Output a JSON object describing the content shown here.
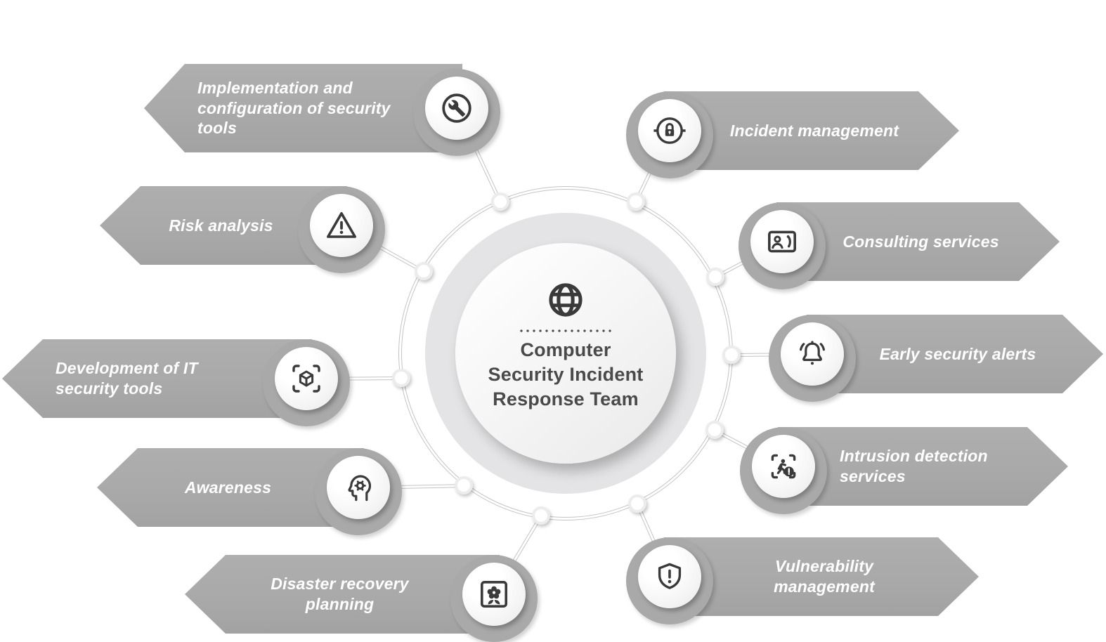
{
  "title": {
    "lines": [
      "Computer",
      "Security Incident",
      "Response Team"
    ],
    "icon": "globe-icon"
  },
  "items": [
    {
      "id": "implementation",
      "label": "Implementation and configuration of security tools",
      "icon": "wrench-circle-icon",
      "side": "left"
    },
    {
      "id": "risk-analysis",
      "label": "Risk analysis",
      "icon": "warning-triangle-icon",
      "side": "left"
    },
    {
      "id": "development",
      "label": "Development of IT security tools",
      "icon": "cube-scan-icon",
      "side": "left"
    },
    {
      "id": "awareness",
      "label": "Awareness",
      "icon": "head-gear-icon",
      "side": "left"
    },
    {
      "id": "disaster-recovery",
      "label": "Disaster recovery planning",
      "icon": "flower-frame-icon",
      "side": "left"
    },
    {
      "id": "incident-management",
      "label": "Incident management",
      "icon": "lock-circle-icon",
      "side": "right"
    },
    {
      "id": "consulting",
      "label": "Consulting services",
      "icon": "contact-call-icon",
      "side": "right"
    },
    {
      "id": "early-alerts",
      "label": "Early security alerts",
      "icon": "bell-alert-icon",
      "side": "right"
    },
    {
      "id": "intrusion-detection",
      "label": "Intrusion detection services",
      "icon": "person-scan-alert-icon",
      "side": "right"
    },
    {
      "id": "vulnerability",
      "label": "Vulnerability management",
      "icon": "shield-alert-icon",
      "side": "right"
    }
  ],
  "colors": {
    "banner": "#a9a9a9",
    "banner_text": "#ffffff",
    "icon_glyph": "#3a3a3a",
    "ring": "#e4e4e6",
    "line": "#c4c4c4",
    "center_text": "#4a4a4a",
    "background": "#ffffff"
  }
}
